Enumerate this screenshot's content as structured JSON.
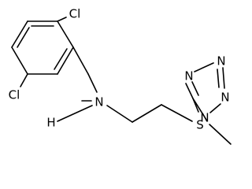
{
  "atoms": {
    "cl_top": "Cl",
    "cl_bottom": "Cl",
    "n_amine": "N",
    "h_amine": "H",
    "s_thioether": "S",
    "n1": "N",
    "n2": "N",
    "n3": "N",
    "n4": "N"
  }
}
